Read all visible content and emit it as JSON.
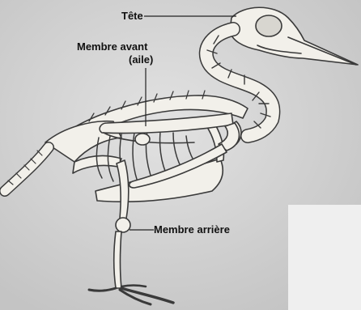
{
  "labels": {
    "head": "Tête",
    "forelimb_line1": "Membre avant",
    "forelimb_line2": "(aile)",
    "hindlimb": "Membre arrière"
  },
  "colors": {
    "background": "#d6d6d6",
    "bone_fill": "#f2f0ea",
    "bone_stroke": "#3a3a3a",
    "label_text": "#111111",
    "leader_line": "#222222",
    "corner_patch": "#efefef",
    "frame": "#1a1a1a"
  }
}
